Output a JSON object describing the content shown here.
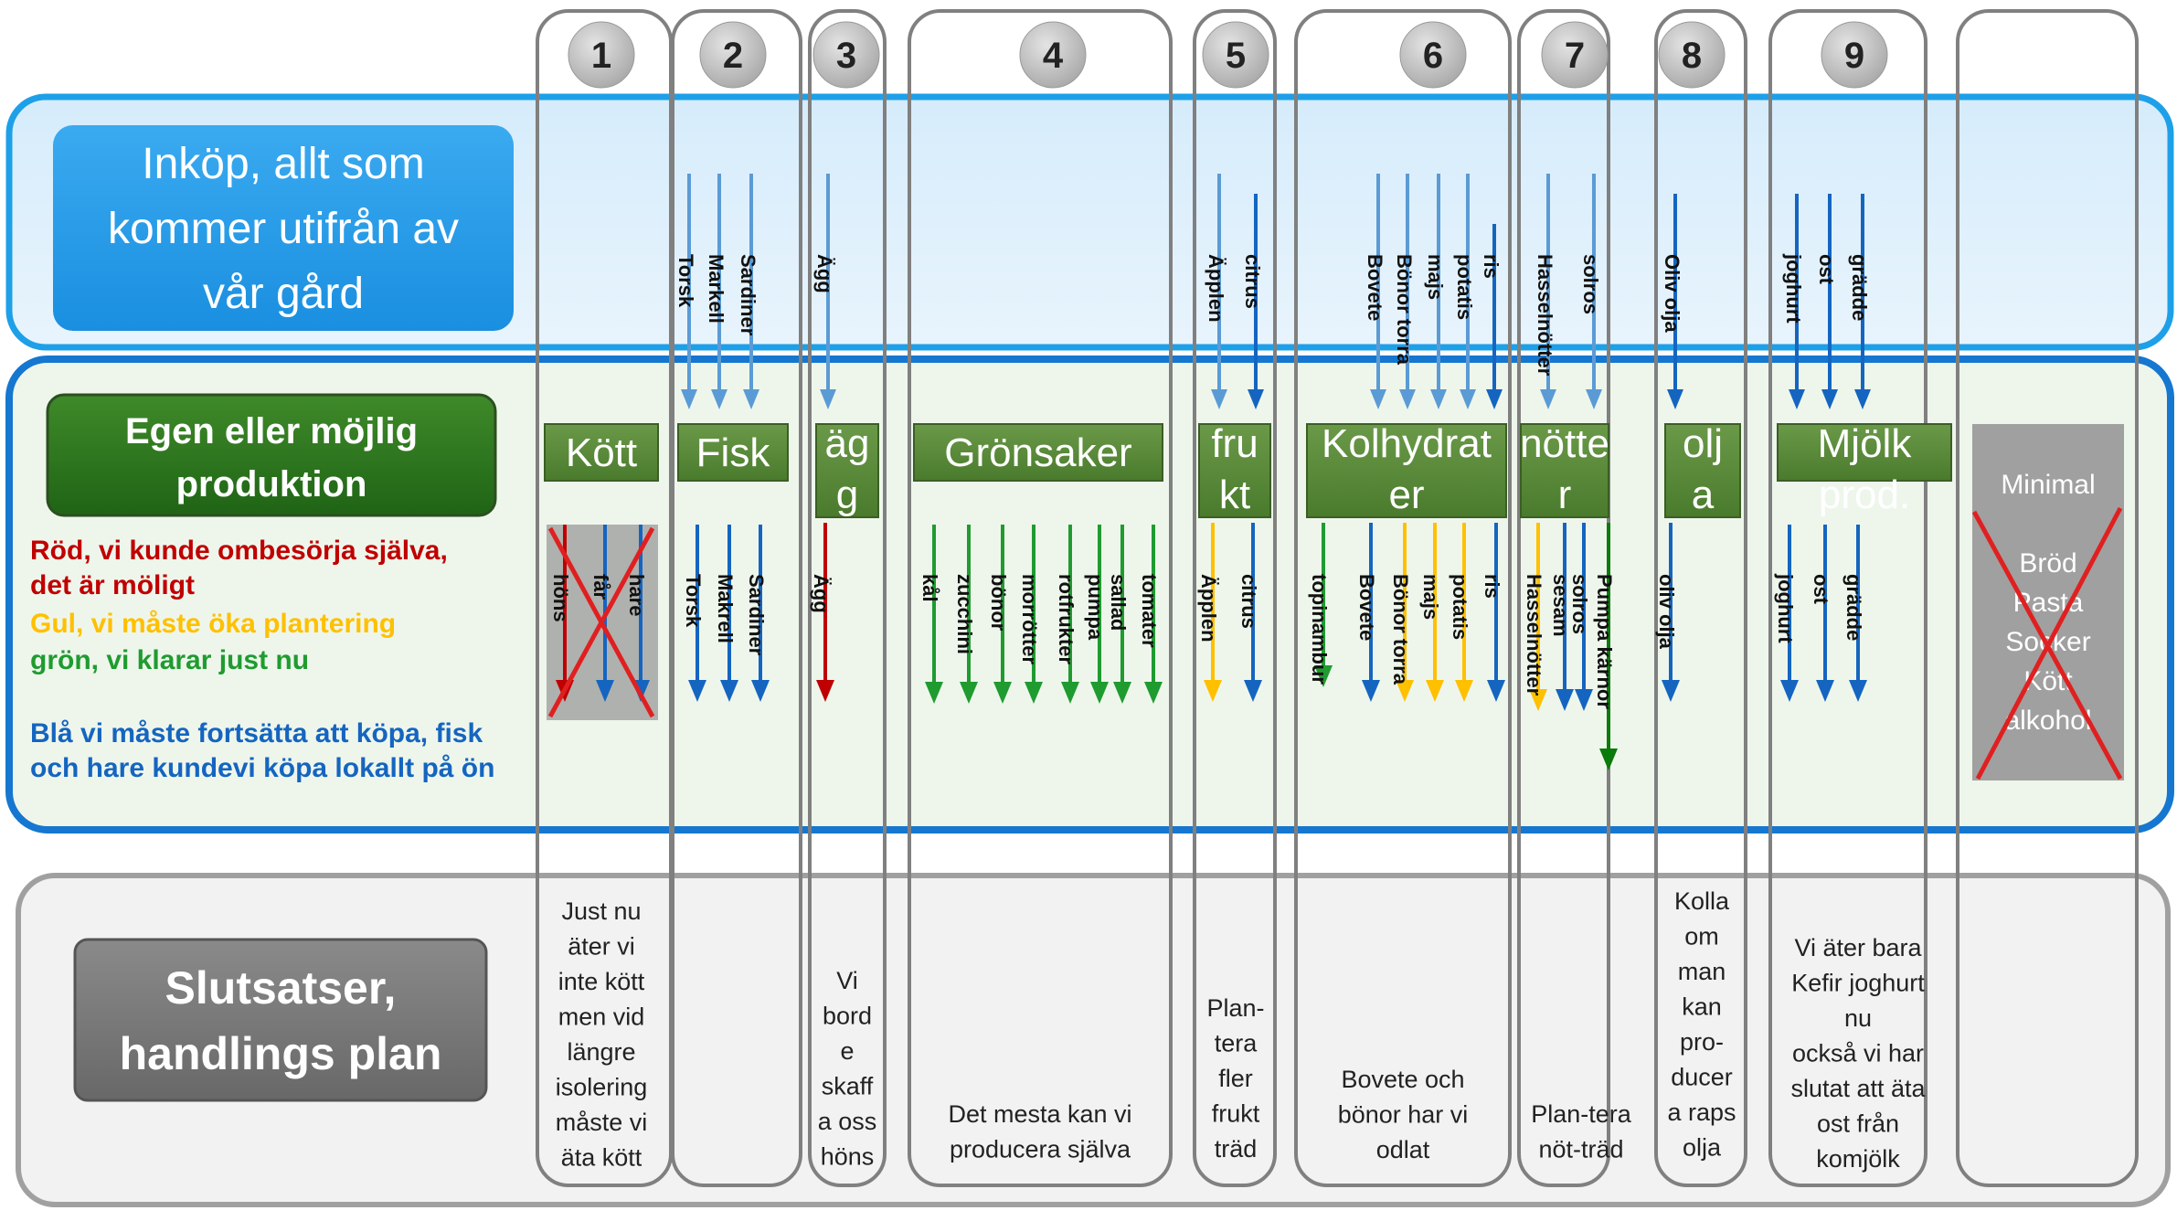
{
  "rows": {
    "inkop": "Inköp, allt som kommer utifrån av vår gård",
    "egen": "Egen eller möjlig produktion",
    "slutsatser": "Slutsatser, handlings plan"
  },
  "legend": [
    {
      "text": "Röd,  vi  kunde ombesörja själva, det är möligt",
      "color": "#c00000"
    },
    {
      "text": "Gul, vi måste öka plantering",
      "color": "#ffc000"
    },
    {
      "text": "grön, vi klarar just nu",
      "color": "#1f9b30"
    },
    {
      "text": "Blå vi måste fortsätta att köpa, fisk och hare kundevi köpa lokallt på ön",
      "color": "#1565c0"
    }
  ],
  "colors": {
    "blue": "#1565c0",
    "lightblue": "#5b9bd5",
    "red": "#c00000",
    "yellow": "#ffc000",
    "green": "#1f9b30",
    "darkgreen": "#0a7a0a",
    "category": "#548235"
  },
  "columns": [
    {
      "num": "1",
      "category": "Kött",
      "top": [],
      "bottom": [
        {
          "label": "höns",
          "color": "red"
        },
        {
          "label": "får",
          "color": "blue"
        },
        {
          "label": "hare",
          "color": "blue"
        }
      ],
      "conclusion": "Just nu äter vi inte kött men vid längre isolering måste vi äta kött"
    },
    {
      "num": "2",
      "category": "Fisk",
      "top": [
        {
          "label": "Torsk",
          "color": "lightblue"
        },
        {
          "label": "Markell",
          "color": "lightblue"
        },
        {
          "label": "Sardiner",
          "color": "lightblue"
        }
      ],
      "bottom": [
        {
          "label": "Torsk",
          "color": "blue"
        },
        {
          "label": "Makrell",
          "color": "blue"
        },
        {
          "label": "Sardiner",
          "color": "blue"
        }
      ],
      "conclusion": ""
    },
    {
      "num": "3",
      "category": "ägg",
      "top": [
        {
          "label": "Ägg",
          "color": "lightblue"
        }
      ],
      "bottom": [
        {
          "label": "Ägg",
          "color": "red"
        }
      ],
      "conclusion": "Vi borde skaffa oss höns"
    },
    {
      "num": "4",
      "category": "Grönsaker",
      "top": [],
      "bottom": [
        {
          "label": "kål",
          "color": "green"
        },
        {
          "label": "zucchini",
          "color": "green"
        },
        {
          "label": "bönor",
          "color": "green"
        },
        {
          "label": "morrötter",
          "color": "green"
        },
        {
          "label": "rotfrukter",
          "color": "green"
        },
        {
          "label": "pumpa",
          "color": "green"
        },
        {
          "label": "sallad",
          "color": "green"
        },
        {
          "label": "tomater",
          "color": "green"
        }
      ],
      "conclusion": "Det mesta kan vi producera själva"
    },
    {
      "num": "5",
      "category": "frukt",
      "top": [
        {
          "label": "Äpplen",
          "color": "lightblue"
        },
        {
          "label": "citrus",
          "color": "blue"
        }
      ],
      "bottom": [
        {
          "label": "Äpplen",
          "color": "yellow"
        },
        {
          "label": "citrus",
          "color": "blue"
        }
      ],
      "conclusion": "Plan-tera fler frukt träd"
    },
    {
      "num": "6",
      "category": "Kolhydrater",
      "top": [
        {
          "label": "Bovete",
          "color": "lightblue"
        },
        {
          "label": "Bönor torra",
          "color": "lightblue"
        },
        {
          "label": "majs",
          "color": "lightblue"
        },
        {
          "label": "potatis",
          "color": "lightblue"
        },
        {
          "label": "ris",
          "color": "blue"
        }
      ],
      "bottom": [
        {
          "label": "topinambur",
          "color": "green"
        },
        {
          "label": "Bovete",
          "color": "blue"
        },
        {
          "label": "Bönor torra",
          "color": "yellow"
        },
        {
          "label": "majs",
          "color": "yellow"
        },
        {
          "label": "potatis",
          "color": "yellow"
        },
        {
          "label": "ris",
          "color": "blue"
        }
      ],
      "conclusion": "Bovete och bönor har vi odlat"
    },
    {
      "num": "7",
      "category": "nötter",
      "top": [
        {
          "label": "Hasselnötter",
          "color": "lightblue"
        },
        {
          "label": "solros",
          "color": "lightblue"
        }
      ],
      "bottom": [
        {
          "label": "Hasselnötter",
          "color": "yellow"
        },
        {
          "label": "sesam",
          "color": "blue"
        },
        {
          "label": "solros",
          "color": "blue"
        },
        {
          "label": "Pumpa kärnor",
          "color": "darkgreen"
        }
      ],
      "conclusion": "Plan-tera nöt-träd"
    },
    {
      "num": "8",
      "category": "olja",
      "top": [
        {
          "label": "Oliv olja",
          "color": "blue"
        }
      ],
      "bottom": [
        {
          "label": "oliv olja",
          "color": "blue"
        }
      ],
      "conclusion": "Kolla om man kan pro-ducera raps olja"
    },
    {
      "num": "9",
      "category": "Mjölk prod.",
      "top": [
        {
          "label": "joghurt",
          "color": "blue"
        },
        {
          "label": "ost",
          "color": "blue"
        },
        {
          "label": "grädde",
          "color": "blue"
        }
      ],
      "bottom": [
        {
          "label": "joghurt",
          "color": "blue"
        },
        {
          "label": "ost",
          "color": "blue"
        },
        {
          "label": "grädde",
          "color": "blue"
        }
      ],
      "conclusion": "Vi äter bara Kefir joghurt nu också vi har slutat att äta ost från komjölk"
    }
  ],
  "minimal": {
    "title": "Minimal",
    "items": [
      "Bröd",
      "Pasta",
      "Socker",
      "Kött",
      "alkohol"
    ]
  }
}
